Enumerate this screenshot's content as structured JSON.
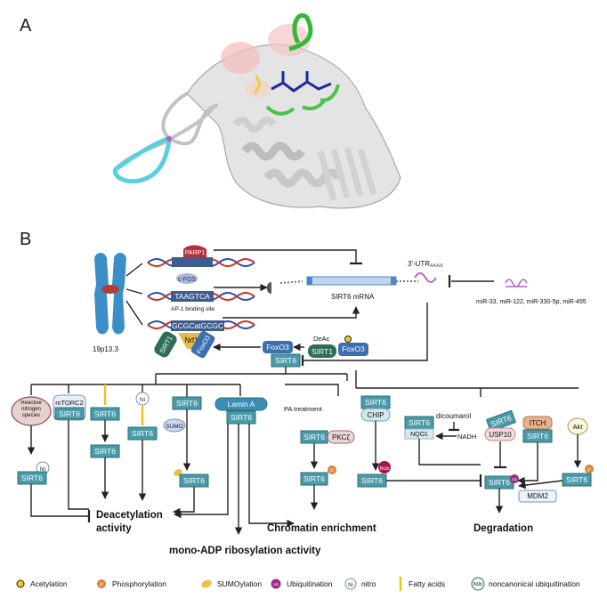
{
  "panel_a": {
    "letter": "A"
  },
  "panel_b": {
    "letter": "B"
  },
  "chromosome": {
    "locus": "19p13.3"
  },
  "promoter": {
    "parp1": "PARP1",
    "cfos": "c-FOS",
    "taagtca": "TAAGTCA",
    "ap1_site": "AP-1 binding site",
    "gcg": "GCGCatGCGC",
    "nrf1": "Nrf1",
    "sirt1": "SIRT1",
    "foxo3": "FoxO3"
  },
  "mrna": {
    "label": "SIRT6 mRNA",
    "utr": "3'-UTR",
    "polya": "AAAA"
  },
  "mirnas": {
    "label": "miR-33, miR-122, miR-330-5p, miR-495"
  },
  "deac": {
    "label": "DeAc",
    "sirt1": "SIRT1",
    "foxo3": "FoxO3",
    "foxo3_left": "FoxO3"
  },
  "hub": {
    "label": "SIRT6"
  },
  "left_branches": {
    "rns": "Reactive nitrogen species",
    "mtorc2": "mTORC2",
    "sirt6": "SIRT6",
    "ni": "Ni",
    "sumo": "SUMO",
    "lamin": "Lamin A",
    "pa": "PA treatment",
    "pkcz": "PKCζ",
    "p": "P"
  },
  "right_branches": {
    "chip": "CHIP",
    "nqo1": "NQO1",
    "dicoumarol": "dicoumarol",
    "nadh": "NADH",
    "usp10": "USP10",
    "itch": "ITCH",
    "akt": "Akt",
    "mdm2": "MDM2",
    "nub": "NUb",
    "ub": "Ub",
    "sirt6": "SIRT6"
  },
  "outcomes": {
    "deacetylation": "Deacetylation activity",
    "mono_adp": "mono-ADP ribosylation activity",
    "chromatin": "Chromatin enrichment",
    "degradation": "Degradation"
  },
  "legend": {
    "acetylation": "Acetylation",
    "phosphorylation": "Phosphorylation",
    "sumoylation": "SUMOylation",
    "ubiquitination": "Ubiquitination",
    "nitro": "nitro",
    "fatty": "Fatty acids",
    "noncanonical": "noncanonical ubiquitination",
    "p": "P",
    "ub": "Ub",
    "ni": "Ni",
    "nub": "NUb"
  },
  "colors": {
    "sirt6_box": "#4a9aa8",
    "foxo3": "#3d6fb0",
    "sirt1": "#2f6e55",
    "nrf1": "#e8b94a"
  }
}
